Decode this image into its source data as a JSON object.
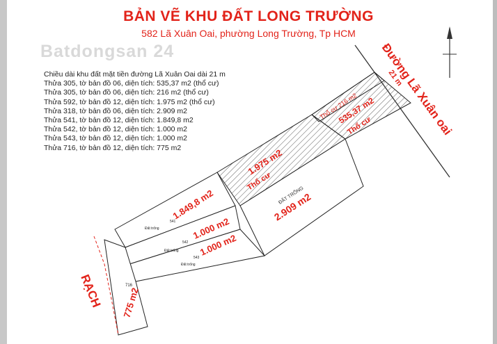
{
  "title": "BẢN VẼ KHU ĐẤT LONG TRƯỜNG",
  "subtitle": "582 Lã Xuân Oai, phường Long Trường, Tp HCM",
  "watermark": "Batdongsan 24",
  "legend": [
    "Chiều dài khu đất mặt tiền đường Lã Xuân Oai dài 21 m",
    "Thửa 305, tờ bản đồ 06, diện tích: 535,37 m2 (thổ cư)",
    "Thửa 305, tờ bản đồ 06, diện tích: 216 m2 (thổ cư)",
    "Thửa 592, tờ bản đồ 12, diện tích: 1.975 m2 (thổ cư)",
    "Thửa 318, tờ bản đồ 06, diện tích: 2.909 m2",
    "Thửa 541, tờ bản đồ 12, diện tích: 1.849,8 m2",
    "Thửa 542, tờ bản đồ 12, diện tích: 1.000 m2",
    "Thửa 543, tờ bản đồ 12, diện tích: 1.000 m2",
    "Thửa 716, tờ bản đồ 12, diện tích: 775 m2"
  ],
  "road_label": "Đường Lã Xuân oai",
  "frontage_label": "21 m",
  "canal_label": "RẠCH",
  "parcels": {
    "p305a_area": "535,37 m2",
    "p305a_use": "Thổ cư",
    "p305b_label": "Thổ cư 216 m2",
    "p592_area": "1.975 m2",
    "p592_use": "Thổ cư",
    "p318_area": "2.909 m2",
    "p318_note": "ĐẤT TRỐNG",
    "p541_area": "1.849,8 m2",
    "p542_area": "1.000 m2",
    "p543_area": "1.000 m2",
    "p716_area": "775 m2",
    "p716_number": "716",
    "p541_number": "541",
    "p542_number": "542",
    "p543_number": "543",
    "small_note": "Đất trống"
  },
  "colors": {
    "accent": "#e2231a",
    "outline": "#222222",
    "hatch": "#555555"
  }
}
